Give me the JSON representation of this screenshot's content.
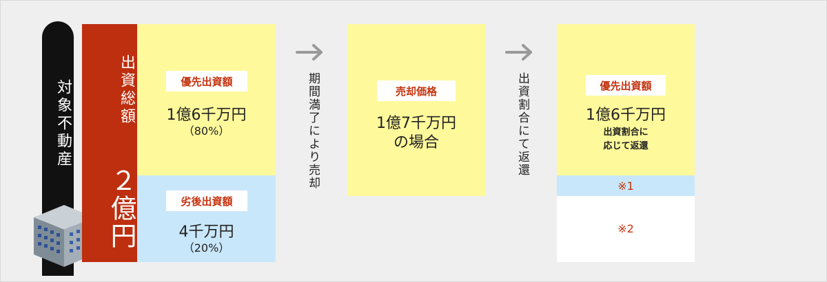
{
  "subject": {
    "label": "対象不動産"
  },
  "total": {
    "label": "出資総額",
    "amount": "２億円"
  },
  "left": {
    "priority": {
      "tag": "優先出資額",
      "amount": "1億6千万円",
      "percent": "（80%）"
    },
    "subordinate": {
      "tag": "劣後出資額",
      "amount": "4千万円",
      "percent": "（20%）"
    }
  },
  "step1": {
    "caption": "期間満了により売却"
  },
  "middle": {
    "tag": "売却価格",
    "amount_line1": "1億7千万円",
    "amount_line2": "の場合"
  },
  "step2": {
    "caption": "出資割合にて返還"
  },
  "right": {
    "priority": {
      "tag": "優先出資額",
      "amount": "1億6千万円",
      "note_line1": "出資割合に",
      "note_line2": "応じて返還"
    },
    "note1": "※1",
    "note2": "※2"
  },
  "colors": {
    "red": "#bd2f0f",
    "yellow": "#fef99b",
    "blue": "#c9e7fa",
    "tag_text": "#c5330f"
  }
}
